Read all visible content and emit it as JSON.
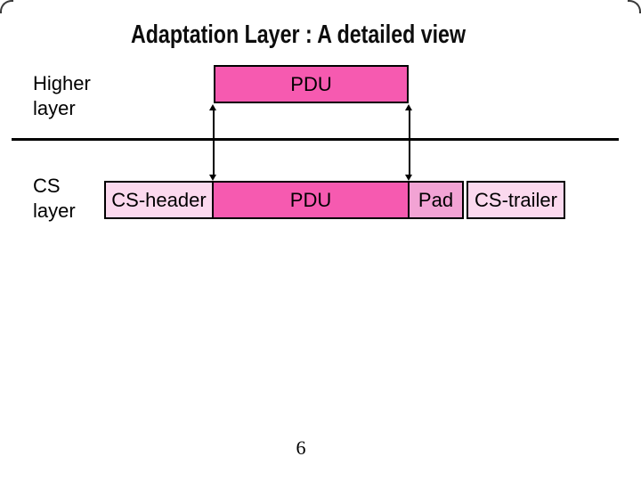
{
  "title": "Adaptation Layer : A detailed view",
  "page_number": "6",
  "layer_labels": {
    "higher": "Higher\nlayer",
    "cs": "CS\nlayer"
  },
  "higher_layer_box": {
    "label": "PDU",
    "fill": "#F65AB0"
  },
  "cs_row": {
    "cs_header": {
      "label": "CS-header",
      "fill": "#FBD9EE"
    },
    "pdu": {
      "label": "PDU",
      "fill": "#F65AB0"
    },
    "pad": {
      "label": "Pad",
      "fill": "#F2A3D4"
    },
    "cs_trailer": {
      "label": "CS-trailer",
      "fill": "#FBD9EE"
    }
  },
  "colors": {
    "box_border": "#000000",
    "divider_line": "#000000",
    "arrow": "#000000",
    "title_text": "#0d0d0d",
    "body_text": "#000000"
  }
}
